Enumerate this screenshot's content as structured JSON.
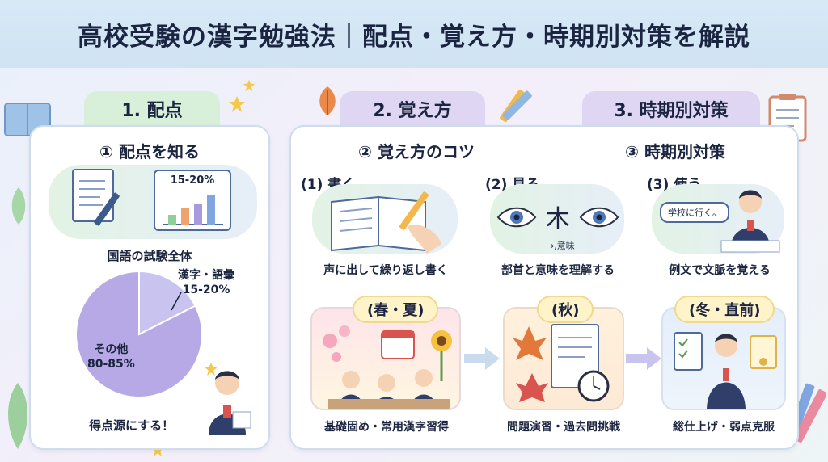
{
  "title": "高校受験の漢字勉強法｜配点・覚え方・時期別対策を解説",
  "tabs": [
    "1. 配点",
    "2. 覚え方",
    "3. 時期別対策"
  ],
  "section1": {
    "heading": "① 配点を知る",
    "chart_card_label": "15-20%",
    "exam_label": "国語の試験全体",
    "final_caption": "得点源にする！"
  },
  "chart_data": {
    "type": "pie",
    "categories": [
      "漢字・語彙",
      "その他"
    ],
    "values": [
      17.5,
      82.5
    ],
    "labels": [
      "15-20%",
      "80-85%"
    ],
    "colors": [
      "#c8c4ef",
      "#b7a9e6"
    ]
  },
  "section2": {
    "heading": "② 覚え方のコツ",
    "steps": [
      {
        "label": "(1) 書く",
        "caption": "声に出して繰り返し書く"
      },
      {
        "label": "(2) 見る",
        "caption": "部首と意味を理解する",
        "kanji": "木",
        "meaning": "→,意味"
      },
      {
        "label": "(3) 使う",
        "caption": "例文で文脈を覚える",
        "bubble": "学校に行く。"
      }
    ]
  },
  "section3": {
    "heading": "③ 時期別対策",
    "phases": [
      {
        "season": "(春・夏)",
        "caption": "基礎固め・常用漢字習得"
      },
      {
        "season": "(秋)",
        "caption": "問題演習・過去問挑戦"
      },
      {
        "season": "(冬・直前)",
        "caption": "総仕上げ・弱点克服"
      }
    ]
  }
}
